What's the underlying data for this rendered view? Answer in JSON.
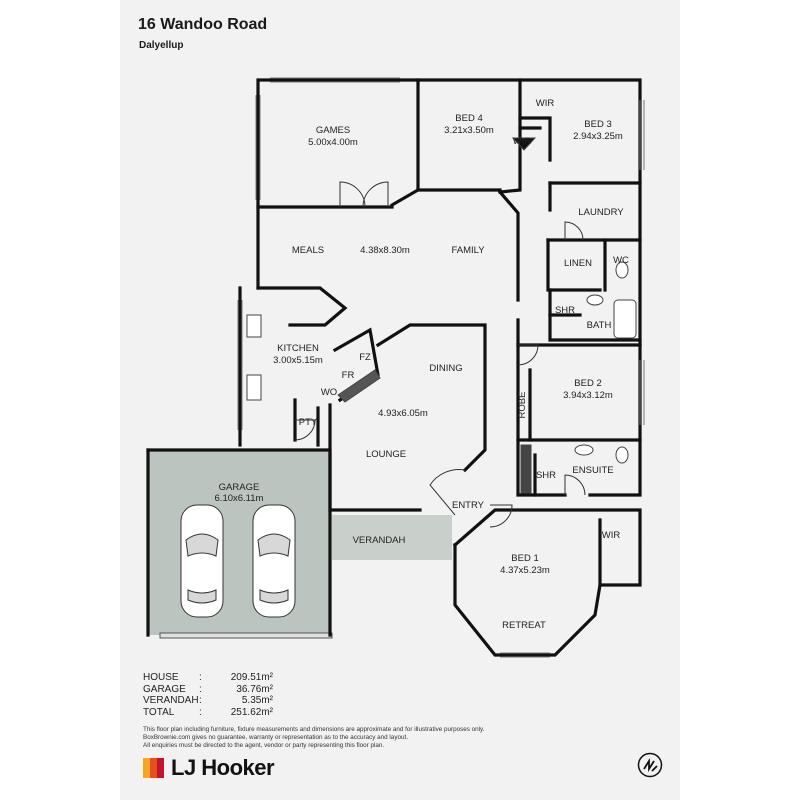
{
  "header": {
    "address": "16 Wandoo Road",
    "suburb": "Dalyellup"
  },
  "rooms": {
    "games": {
      "name": "GAMES",
      "size": "5.00x4.00m"
    },
    "bed4": {
      "name": "BED 4",
      "size": "3.21x3.50m"
    },
    "bed3": {
      "name": "BED 3",
      "size": "2.94x3.25m"
    },
    "wir_top": "WIR",
    "wir_bed4": "WIR",
    "laundry": "LAUNDRY",
    "meals": "MEALS",
    "family_size": "4.38x8.30m",
    "family": "FAMILY",
    "linen": "LINEN",
    "wc": "WC",
    "shr_bath": "SHR",
    "bath": "BATH",
    "kitchen": {
      "name": "KITCHEN",
      "size": "3.00x5.15m"
    },
    "fz": "FZ",
    "fr": "FR",
    "wo": "WO",
    "pty": "PTY",
    "dining": "DINING",
    "lounge_size": "4.93x6.05m",
    "lounge": "LOUNGE",
    "bed2": {
      "name": "BED 2",
      "size": "3.94x3.12m"
    },
    "robe": "ROBE",
    "shr_ensuite": "SHR",
    "ensuite": "ENSUITE",
    "garage": {
      "name": "GARAGE",
      "size": "6.10x6.11m"
    },
    "verandah": "VERANDAH",
    "entry": "ENTRY",
    "bed1": {
      "name": "BED 1",
      "size": "4.37x5.23m"
    },
    "wir_bed1": "WIR",
    "retreat": "RETREAT"
  },
  "areas": [
    {
      "label": "HOUSE",
      "value": "209.51m²"
    },
    {
      "label": "GARAGE",
      "value": "36.76m²"
    },
    {
      "label": "VERANDAH",
      "value": "5.35m²"
    },
    {
      "label": "TOTAL",
      "value": "251.62m²"
    }
  ],
  "disclaimer": [
    "This floor plan including furniture, fixture measurements and dimensions are approximate and for illustrative purposes only.",
    "BoxBrownie.com gives no guarantee, warranty or representation as to the accuracy and layout.",
    "All enquiries must be directed to the agent, vendor or party representing this floor plan."
  ],
  "brand": {
    "name": "LJ Hooker",
    "colors": [
      "#f5a623",
      "#e84e1b",
      "#c4122f"
    ]
  },
  "colors": {
    "garage_fill": "#bcc4bf",
    "verandah_fill": "#c9d0cb",
    "wall": "#111111"
  },
  "compass_icon": "north-arrow-icon"
}
